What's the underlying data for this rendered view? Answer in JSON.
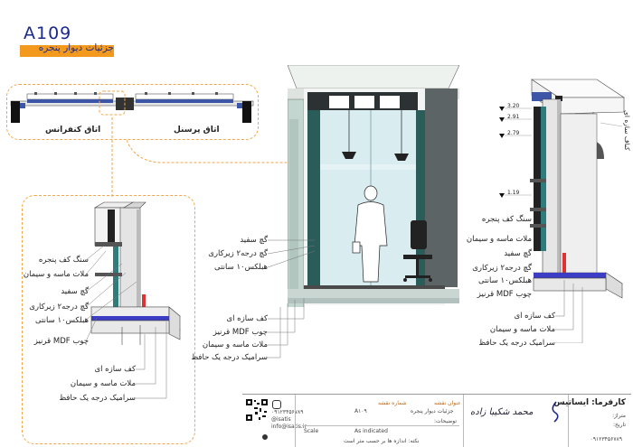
{
  "sheet": {
    "code": "A109",
    "title": "جزئیات دیوار پنجره"
  },
  "plan": {
    "left_room": "اتاق کنفرانس",
    "right_room": "اتاق پرسنل"
  },
  "detail_left": {
    "labels_upper": [
      "سنگ کف پنجره",
      "ملات ماسه و سیمان",
      "گچ سفید",
      "گچ درجه۲ زیرکاری",
      "هبلکس۱۰ سانتی",
      "چوب MDF قرنیز"
    ],
    "labels_lower": [
      "کف سازه ای",
      "ملات ماسه و سیمان",
      "سرامیک درجه یک حافظ"
    ]
  },
  "elevation": {
    "labels_upper": [
      "گچ سفید",
      "گچ درجه۲ زیرکاری",
      "هبلکس۱۰ سانتی"
    ],
    "labels_lower": [
      "کف سازه ای",
      "چوب MDF قرنیز",
      "ملات ماسه و سیمان",
      "سرامیک درجه یک حافظ"
    ]
  },
  "detail_right": {
    "levels": [
      "3.20",
      "2.91",
      "2.79",
      "1.19"
    ],
    "ceiling_label": "کناف سازه ای",
    "labels_upper": [
      "سنگ کف پنجره",
      "ملات ماسه و سیمان",
      "گچ سفید",
      "گچ درجه۲ زیرکاری",
      "هبلکس۱۰ سانتی",
      "چوب MDF قرنیز"
    ],
    "labels_lower": [
      "کف سازه ای",
      "ملات ماسه و سیمان",
      "سرامیک درجه یک حافظ"
    ]
  },
  "title_block": {
    "client_label": "کارفرما: ایساتیس",
    "address_label": "متراژ:",
    "date_label": "تاریخ:",
    "phone": "۰۹۱۲۳۴۵۶۷۸۹",
    "designer": "محمد شکیبا زاده",
    "drawing_title_label": "عنوان نقشه",
    "drawing_title": "جزئیات دیوار پنجره",
    "sheet_no_label": "شماره نقشه",
    "sheet_no": "A۱۰۹",
    "notes_label": "توضیحات:",
    "scale_label": "Scale",
    "scale_value": "As indicated",
    "footer_note": "نکته: اندازه ها بر حسب متر است",
    "contact_lines": [
      "۰۹۱۲۳۴۵۶۷۸۹",
      "@isatis",
      "info@isatis.ir"
    ]
  }
}
